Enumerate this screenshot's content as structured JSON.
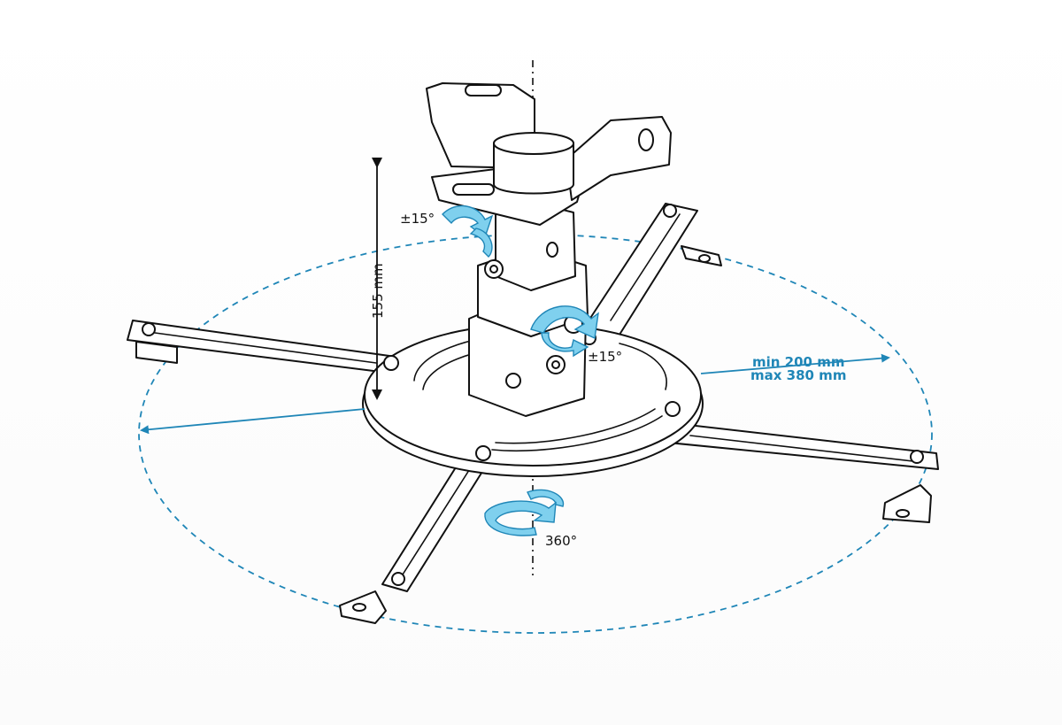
{
  "labels": {
    "height": "155 mm",
    "tilt_top": "±15°",
    "tilt_side": "±15°",
    "rotation": "360°",
    "span_min": "min 200 mm",
    "span_max": "max 380 mm"
  },
  "colors": {
    "accent": "#1f86b7",
    "accent_fill": "#7fd0ee",
    "line": "#111111"
  }
}
